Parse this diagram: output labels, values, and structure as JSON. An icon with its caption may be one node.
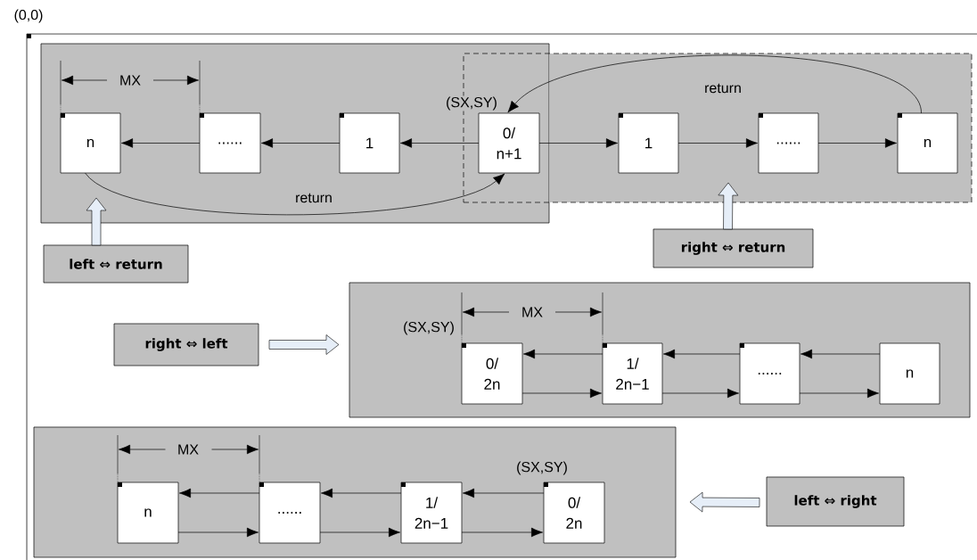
{
  "diagram": {
    "nodes": [
      {
        "text": [],
        "shape": "box"
      },
      {
        "text": [
          "n"
        ],
        "in": 0
      },
      {
        "text": [
          "......"
        ],
        "in": 0
      },
      {
        "text": [
          "1"
        ],
        "in": 0
      },
      {
        "text": [
          "0/ n+1"
        ]
      },
      {
        "text": [],
        "shape": "box"
      },
      {
        "text": [
          "1"
        ],
        "in": 5
      },
      {
        "text": [
          "......"
        ],
        "in": 5
      },
      {
        "text": [
          "n"
        ],
        "in": 5
      },
      {
        "text": [
          "left ⇔ return"
        ]
      },
      {
        "text": [
          "right ⇔ return"
        ]
      },
      {
        "text": [
          "right ⇔ left"
        ]
      },
      {
        "text": [],
        "shape": "box"
      },
      {
        "text": [
          "0/ 2n"
        ],
        "in": 12
      },
      {
        "text": [
          "1/ 2n−1"
        ],
        "in": 12
      },
      {
        "text": [
          "......"
        ],
        "in": 12
      },
      {
        "text": [
          "n"
        ],
        "in": 12
      },
      {
        "text": [
          "left ⇔ right"
        ]
      },
      {
        "text": [],
        "shape": "box"
      },
      {
        "text": [
          "n"
        ],
        "in": 18
      },
      {
        "text": [
          "......"
        ],
        "in": 18
      },
      {
        "text": [
          "1/ 2n−1"
        ],
        "in": 18
      },
      {
        "text": [
          "0/ 2n"
        ],
        "in": 18
      }
    ],
    "edges": [
      {
        "from": 4,
        "to": 3,
        "arrow": "to"
      },
      {
        "from": 3,
        "to": 2,
        "arrow": "to"
      },
      {
        "from": 2,
        "to": 1,
        "arrow": "to"
      },
      {
        "from": 1,
        "to": 4,
        "arrow": "to",
        "label": "return"
      },
      {
        "from": 4,
        "to": 6,
        "arrow": "to"
      },
      {
        "from": 6,
        "to": 7,
        "arrow": "to"
      },
      {
        "from": 7,
        "to": 8,
        "arrow": "to"
      },
      {
        "from": 8,
        "to": 4,
        "arrow": "to",
        "label": "return"
      },
      {
        "from": 9,
        "to": 0,
        "arrow": "to",
        "style": "thick"
      },
      {
        "from": 10,
        "to": 5,
        "arrow": "to",
        "style": "thick"
      },
      {
        "from": 11,
        "to": 12,
        "arrow": "to",
        "style": "thick"
      },
      {
        "from": 14,
        "to": 13,
        "arrow": "to"
      },
      {
        "from": 13,
        "to": 14,
        "arrow": "to"
      },
      {
        "from": 15,
        "to": 14,
        "arrow": "to"
      },
      {
        "from": 14,
        "to": 15,
        "arrow": "to"
      },
      {
        "from": 16,
        "to": 15,
        "arrow": "to"
      },
      {
        "from": 15,
        "to": 16,
        "arrow": "to"
      },
      {
        "from": 20,
        "to": 19,
        "arrow": "to"
      },
      {
        "from": 19,
        "to": 20,
        "arrow": "to"
      },
      {
        "from": 21,
        "to": 20,
        "arrow": "to"
      },
      {
        "from": 20,
        "to": 21,
        "arrow": "to"
      },
      {
        "from": 22,
        "to": 21,
        "arrow": "to"
      },
      {
        "from": 21,
        "to": 22,
        "arrow": "to"
      },
      {
        "from": 17,
        "to": 18,
        "arrow": "to",
        "style": "thick"
      }
    ],
    "labels": [
      "(0,0)",
      "MX",
      "(SX,SY)",
      "MX",
      "(SX,SY)",
      "MX",
      "(SX,SY)"
    ]
  }
}
